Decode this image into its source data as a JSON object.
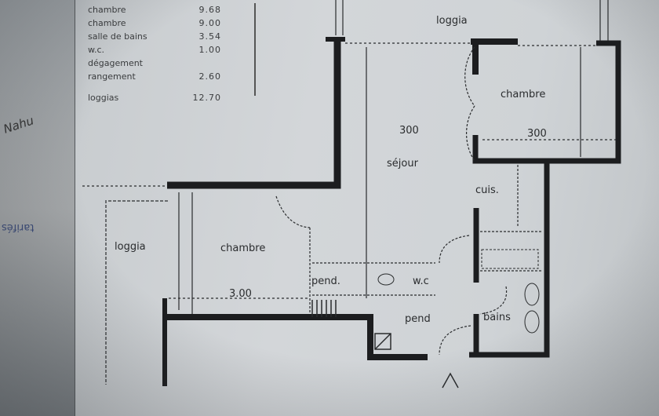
{
  "legend": {
    "rows": [
      {
        "label": "chambre",
        "value": "9.68"
      },
      {
        "label": "chambre",
        "value": "9.00"
      },
      {
        "label": "salle de bains",
        "value": "3.54"
      },
      {
        "label": "w.c.",
        "value": "1.00"
      },
      {
        "label": "dégagement",
        "value": ""
      },
      {
        "label": "rangement",
        "value": "2.60"
      },
      {
        "label": "loggias",
        "value": "12.70"
      }
    ]
  },
  "sidebar_notes": {
    "handwritten": "Nahu",
    "printed": "tarifés"
  },
  "plan": {
    "rooms": {
      "loggia_top": "loggia",
      "loggia_left": "loggia",
      "chambre_right": "chambre",
      "chambre_left": "chambre",
      "sejour": "séjour",
      "cuisine": "cuis.",
      "bains": "bains",
      "wc": "w.c",
      "pend_1": "pend.",
      "pend_2": "pend"
    },
    "dimensions": {
      "sejour_width": "300",
      "chambre_right_width": "300",
      "chambre_left_width": "3.00"
    },
    "entrance_marker": "entrance-arrow"
  }
}
